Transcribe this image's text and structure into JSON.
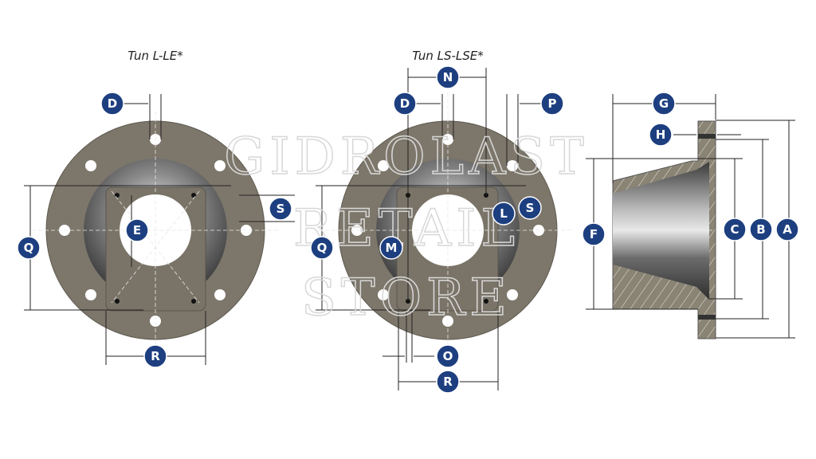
{
  "titles": {
    "left": "Tun L-LE*",
    "middle": "Tun LS-LSE*"
  },
  "watermark": [
    "GIDROLAST",
    "RETAIL",
    "STORE"
  ],
  "labels": {
    "left": {
      "D": "D",
      "S": "S",
      "E": "E",
      "Q": "Q",
      "R": "R"
    },
    "middle": {
      "N": "N",
      "D": "D",
      "P": "P",
      "L": "L",
      "S": "S",
      "M": "M",
      "Q": "Q",
      "O": "O",
      "R": "R"
    },
    "section": {
      "G": "G",
      "H": "H",
      "F": "F",
      "C": "C",
      "B": "B",
      "A": "A"
    }
  },
  "colors": {
    "badge": "#1d3f80",
    "flange": "#7d776b",
    "background": "#ffffff"
  }
}
